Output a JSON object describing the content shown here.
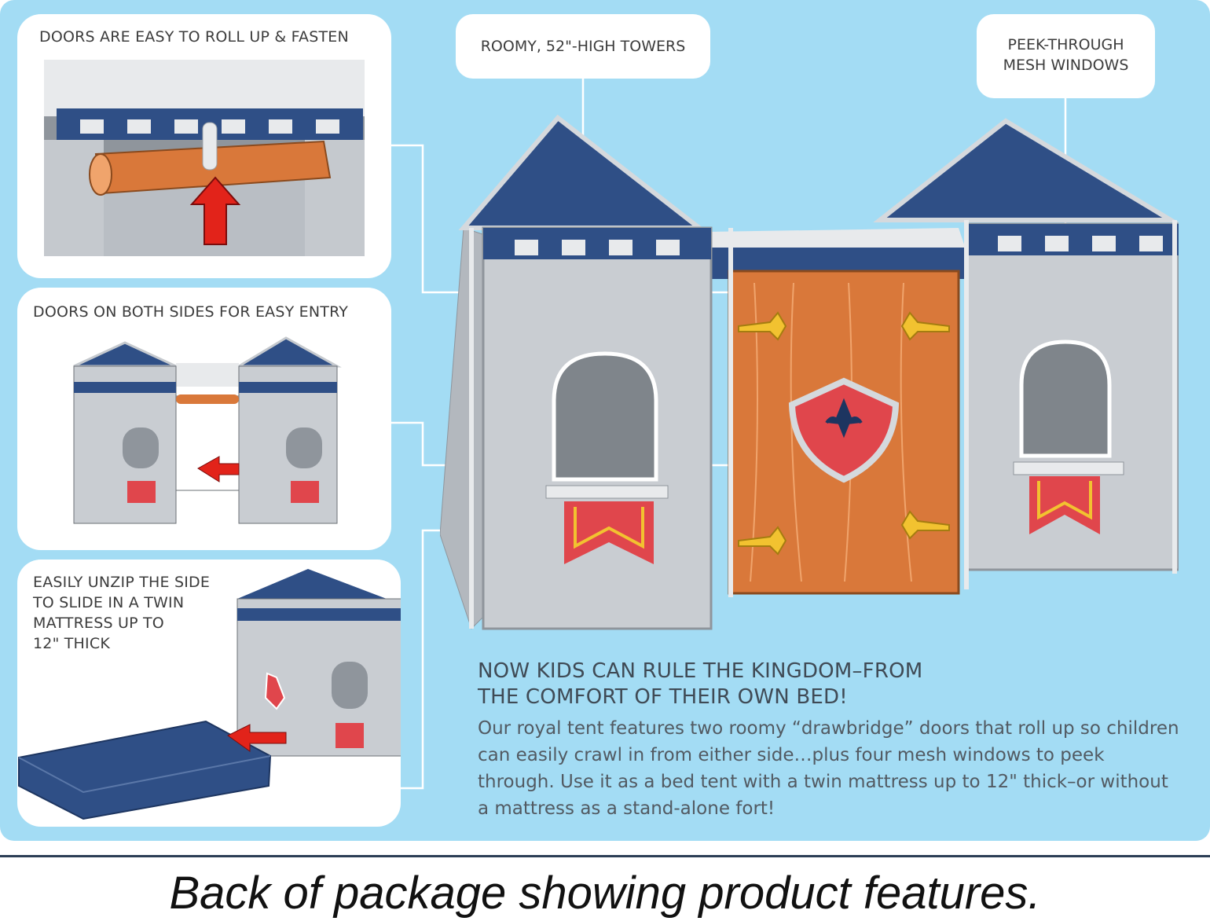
{
  "callouts": {
    "roll_up": "DOORS ARE EASY TO ROLL UP & FASTEN",
    "both_sides": "DOORS ON BOTH SIDES FOR EASY ENTRY",
    "unzip_lines": [
      "EASILY UNZIP THE SIDE",
      "TO SLIDE IN A TWIN",
      "MATTRESS UP TO",
      "12\" THICK"
    ]
  },
  "labels": {
    "towers": "ROOMY, 52\"-HIGH TOWERS",
    "windows_lines": [
      "PEEK-THROUGH",
      "MESH WINDOWS"
    ]
  },
  "headline_lines": [
    "NOW KIDS CAN RULE THE KINGDOM–FROM",
    "THE COMFORT OF THEIR OWN BED!"
  ],
  "body": "Our royal tent features two roomy “drawbridge” doors that roll up so children can easily crawl in from either side…plus four mesh windows to peek through. Use it as a bed tent with a twin mattress up to 12\" thick–or without a mattress as a stand-alone fort!",
  "caption": "Back of package showing product features.",
  "colors": {
    "background": "#a3dcf4",
    "roof_blue": "#2f4f86",
    "wall_gray": "#c9cdd2",
    "door_orange": "#d9783a",
    "banner_red": "#e0464c",
    "hinge_yellow": "#f2c230",
    "arrow_red": "#e2231a"
  },
  "icons": [
    "castle-tent-illustration",
    "rolled-door-illustration",
    "entry-arrow-icon",
    "mattress-illustration",
    "shield-fleur-de-lis-icon"
  ]
}
